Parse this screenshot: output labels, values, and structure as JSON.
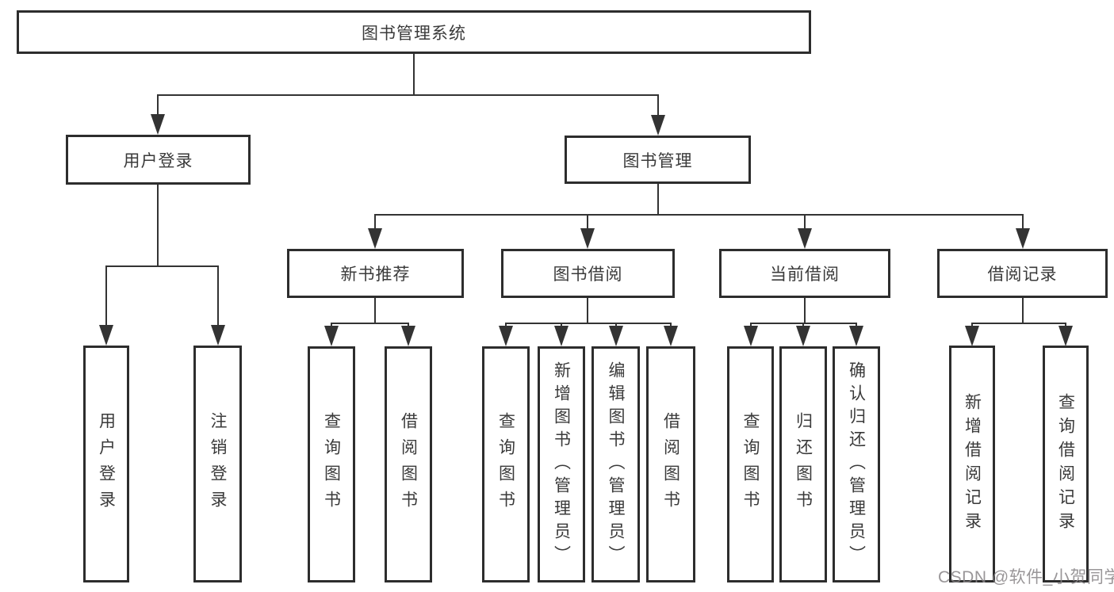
{
  "diagram": {
    "root": {
      "label": "图书管理系统"
    },
    "level2": [
      {
        "label": "用户登录"
      },
      {
        "label": "图书管理"
      }
    ],
    "level3": [
      {
        "label": "新书推荐"
      },
      {
        "label": "图书借阅"
      },
      {
        "label": "当前借阅"
      },
      {
        "label": "借阅记录"
      }
    ],
    "leaves": {
      "user_login": [
        {
          "label": "用户登录"
        },
        {
          "label": "注销登录"
        }
      ],
      "new_book": [
        {
          "label": "查询图书"
        },
        {
          "label": "借阅图书"
        }
      ],
      "book_borrow": [
        {
          "label": "查询图书"
        },
        {
          "label": "新增图书（管理员）"
        },
        {
          "label": "编辑图书（管理员）"
        },
        {
          "label": "借阅图书"
        }
      ],
      "current_borrow": [
        {
          "label": "查询图书"
        },
        {
          "label": "归还图书"
        },
        {
          "label": "确认归还（管理员）"
        }
      ],
      "borrow_records": [
        {
          "label": "新增借阅记录"
        },
        {
          "label": "查询借阅记录"
        }
      ]
    },
    "watermark": "CSDN @软件_小贺同学",
    "colors": {
      "background": "#ffffff",
      "box_border": "#2d2d2d",
      "connector_line": "#333333",
      "text": "#3a3a3a",
      "watermark": "#878486"
    }
  }
}
